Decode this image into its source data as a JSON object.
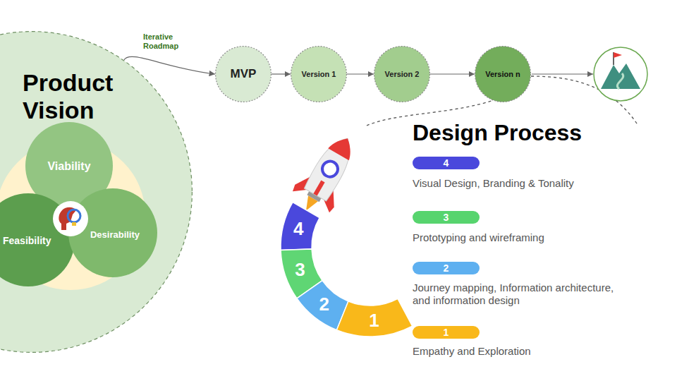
{
  "diagram": {
    "nodes": [
      {
        "text": [
          "Product Vision"
        ]
      },
      {
        "text": [
          "Viability"
        ],
        "in": 0
      },
      {
        "text": [
          "Feasibility"
        ],
        "in": 0
      },
      {
        "text": [
          "Desirability"
        ],
        "in": 0
      },
      {
        "text": [
          "MVP"
        ]
      },
      {
        "text": [
          "Version 1"
        ]
      },
      {
        "text": [
          "Version 2"
        ]
      },
      {
        "text": [
          "Version n"
        ]
      },
      {
        "text": [
          "4"
        ]
      },
      {
        "text": [
          "3"
        ]
      },
      {
        "text": [
          "2"
        ]
      },
      {
        "text": [
          "1"
        ]
      },
      {
        "text": [
          "4"
        ]
      },
      {
        "text": [
          "3"
        ]
      },
      {
        "text": [
          "2"
        ]
      },
      {
        "text": [
          "1"
        ]
      }
    ],
    "edges": [
      {
        "from": 0,
        "to": 4,
        "label": "Iterative Roadmap",
        "arrow": "to"
      },
      {
        "from": 4,
        "to": 5,
        "arrow": "to"
      },
      {
        "from": 5,
        "to": 6,
        "arrow": "to"
      },
      {
        "from": 6,
        "to": 7,
        "arrow": "to"
      }
    ],
    "labels": [
      "Design Process",
      "Visual Design, Branding & Tonality",
      "Prototyping and wireframing",
      "Journey mapping, Information architecture, and information design",
      "Empathy and Exploration"
    ]
  }
}
